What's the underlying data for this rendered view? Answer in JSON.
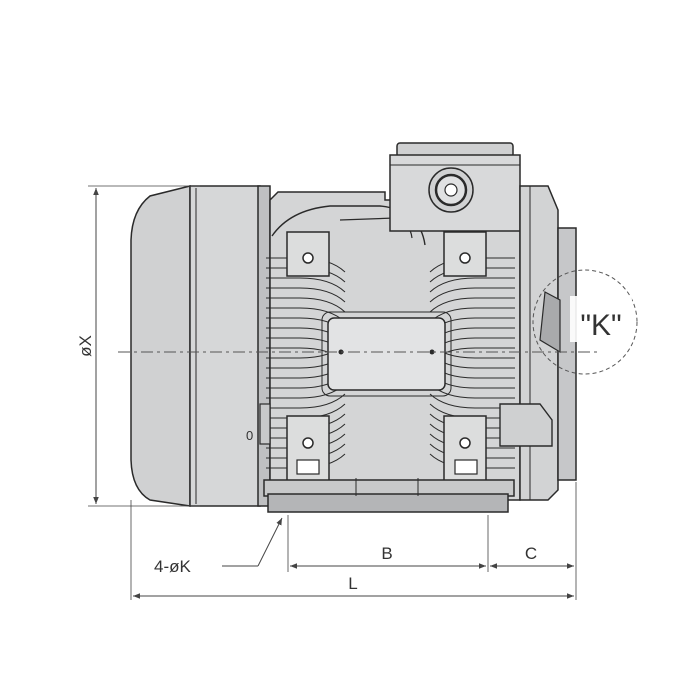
{
  "labels": {
    "diameter_x": "øX",
    "mount_holes": "4-øK",
    "dim_b": "B",
    "dim_c": "C",
    "dim_l": "L",
    "detail_k": "\"K\"",
    "terminal_mark": "0"
  },
  "colors": {
    "body": "#d4d5d6",
    "body_dark": "#b4b5b7",
    "outline": "#2a2a2a",
    "dimension_line": "#444444",
    "background": "#ffffff"
  },
  "icons": {
    "arrow": "dimension-arrow-icon",
    "bolt": "bolt-hole-icon"
  }
}
